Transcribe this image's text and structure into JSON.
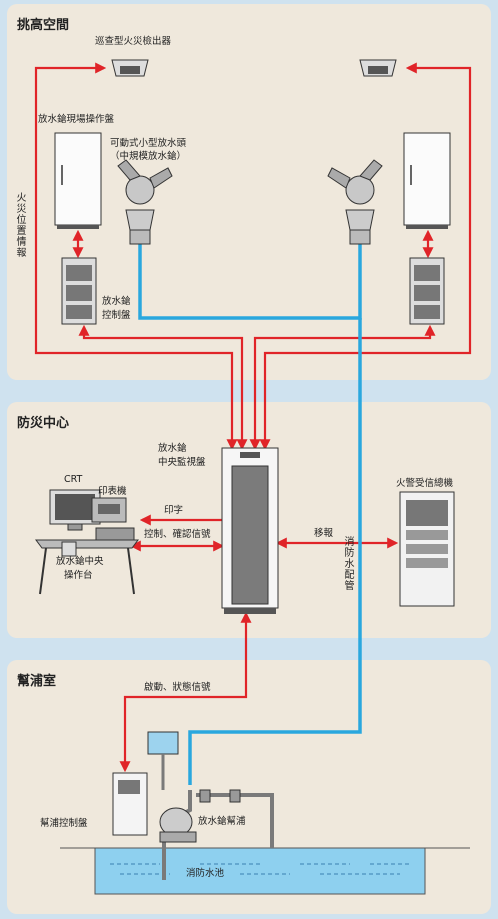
{
  "sections": {
    "atrium": "挑高空間",
    "control_center": "防災中心",
    "pump_room": "幫浦室"
  },
  "labels": {
    "detector": "巡查型火災檢出器",
    "local_panel": "放水鎗現場操作盤",
    "nozzle_line1": "可動式小型放水頭",
    "nozzle_line2": "（中規模放水鎗）",
    "fire_location": "火災位置情報",
    "gun_ctrl_line1": "放水鎗",
    "gun_ctrl_line2": "控制盤",
    "central_line1": "放水鎗",
    "central_line2": "中央監視盤",
    "crt": "CRT",
    "printer": "印表機",
    "print": "印字",
    "ctrl_signal": "控制、確認信號",
    "console_line1": "放水鎗中央",
    "console_line2": "操作台",
    "relay": "移報",
    "fire_receiver": "火警受信總機",
    "fire_pipe": "消防水配管",
    "start_status": "啟動、狀態信號",
    "pump_panel": "幫浦控制盤",
    "pump": "放水鎗幫浦",
    "water_tank": "消防水池"
  },
  "colors": {
    "signal_line": "#e02428",
    "water_pipe": "#2aa7de",
    "panel_bg": "#efe8dc",
    "page_bg": "#cfe2ef"
  }
}
